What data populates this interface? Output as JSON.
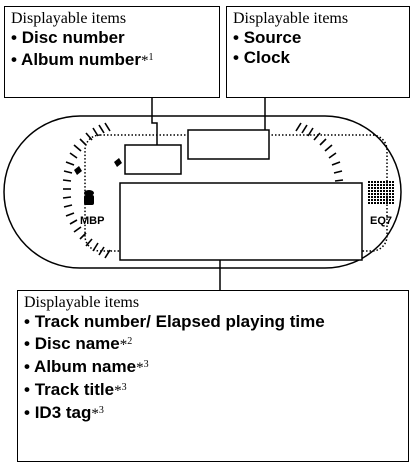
{
  "boxes": {
    "left": {
      "heading": "Displayable items",
      "items": [
        {
          "text": "Disc number",
          "note": ""
        },
        {
          "text": "Album number",
          "note": "*1"
        }
      ]
    },
    "right": {
      "heading": "Displayable items",
      "items": [
        {
          "text": "Source",
          "note": ""
        },
        {
          "text": "Clock",
          "note": ""
        }
      ]
    },
    "bottom": {
      "heading": "Displayable items",
      "items": [
        {
          "text": "Track number/ Elapsed playing time",
          "note": ""
        },
        {
          "text": "Disc name",
          "note": "*2"
        },
        {
          "text": "Album name",
          "note": "*3"
        },
        {
          "text": "Track title",
          "note": "*3"
        },
        {
          "text": "ID3 tag",
          "note": "*3"
        }
      ]
    }
  },
  "panel": {
    "left_label": "MBP",
    "right_label": "EQ7"
  },
  "bullet": "•"
}
